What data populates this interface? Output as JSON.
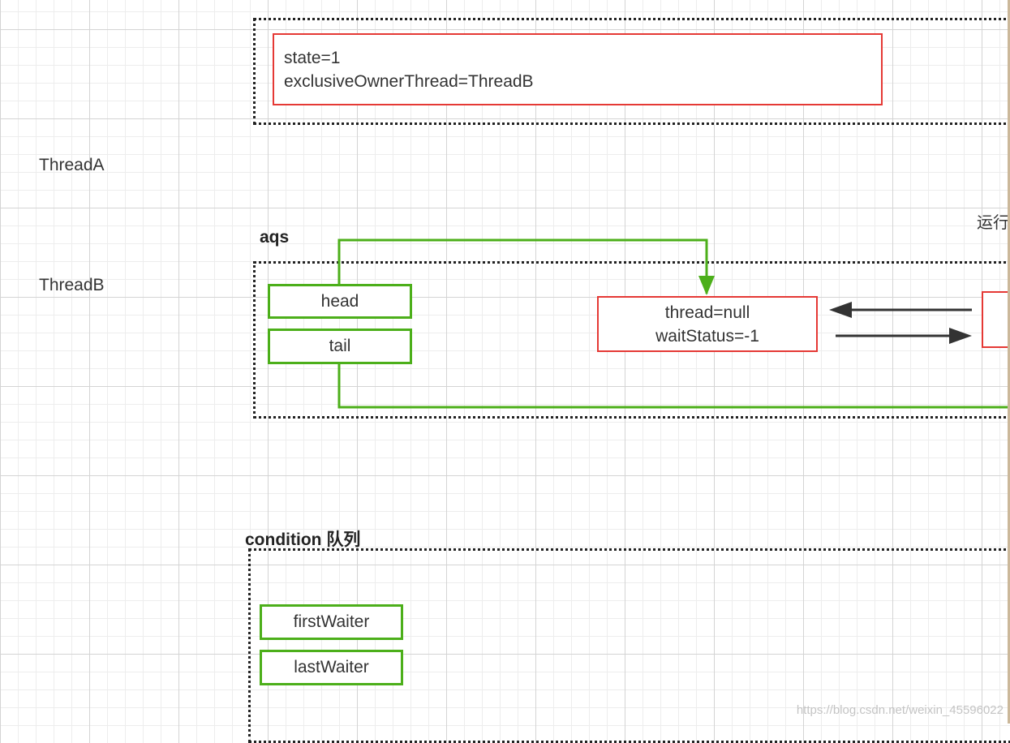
{
  "threads": {
    "a": "ThreadA",
    "b": "ThreadB"
  },
  "lock": {
    "state_line": "state=1",
    "owner_line": "exclusiveOwnerThread=ThreadB"
  },
  "aqs": {
    "label": "aqs",
    "head": "head",
    "tail": "tail",
    "node": {
      "thread_line": "thread=null",
      "status_line": "waitStatus=-1"
    },
    "running_label_partial": "运行"
  },
  "condition": {
    "label": "condition 队列",
    "first_waiter": "firstWaiter",
    "last_waiter": "lastWaiter"
  },
  "watermark": "https://blog.csdn.net/weixin_45596022",
  "colors": {
    "node_border": "#e53935",
    "pointer_border": "#4caf1a",
    "arrow": "#333333",
    "group_border": "#222222"
  }
}
